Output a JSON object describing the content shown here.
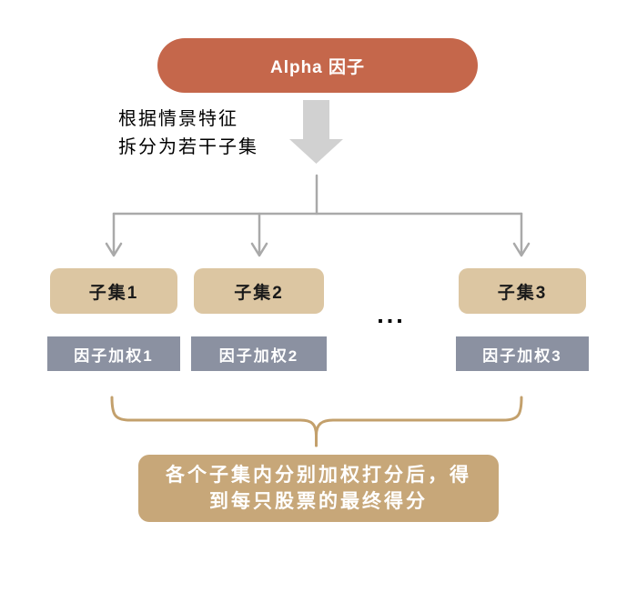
{
  "diagram": {
    "root": {
      "label": "Alpha 因子"
    },
    "split_note": {
      "line1": "根据情景特征",
      "line2": "拆分为若干子集"
    },
    "subsets": [
      {
        "label": "子集1"
      },
      {
        "label": "子集2"
      },
      {
        "label": "子集3"
      }
    ],
    "weights": [
      {
        "label": "因子加权1"
      },
      {
        "label": "因子加权2"
      },
      {
        "label": "因子加权3"
      }
    ],
    "ellipsis": "...",
    "result": {
      "line1": "各个子集内分别加权打分后，得",
      "line2": "到每只股票的最终得分"
    },
    "colors": {
      "root_fill": "#C5674B",
      "subset_fill": "#DCC6A2",
      "weight_fill": "#8B91A1",
      "result_fill": "#C7A779",
      "brace_stroke": "#C3A06C",
      "block_arrow_fill": "#D1D1D1",
      "connector_stroke": "#A9A9A9",
      "text_on_dark": "#FFFFFF",
      "text_dark": "#1A1A1A"
    }
  }
}
